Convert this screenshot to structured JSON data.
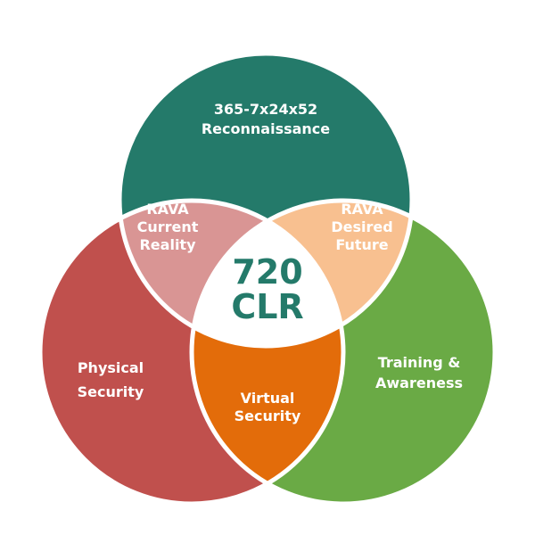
{
  "title": "720 CLR",
  "center": {
    "line1": "720",
    "line2": "CLR"
  },
  "circles": {
    "top": {
      "line1": "365-7x24x52",
      "line2": "Reconnaissance"
    },
    "left": {
      "line1": "Physical",
      "line2": "Security"
    },
    "right": {
      "line1": "Training &",
      "line2": "Awareness"
    }
  },
  "intersections": {
    "top_left": {
      "line1": "RAVA",
      "line2": "Current",
      "line3": "Reality"
    },
    "top_right": {
      "line1": "RAVA",
      "line2": "Desired",
      "line3": "Future"
    },
    "left_right": {
      "line1": "Virtual",
      "line2": "Security"
    }
  },
  "colors": {
    "top": "#247A6A",
    "left": "#C0504D",
    "right": "#6AAA45",
    "top_left": "#D99594",
    "top_right": "#F8C090",
    "left_right": "#E36C0A",
    "center_text": "#247A6A"
  }
}
